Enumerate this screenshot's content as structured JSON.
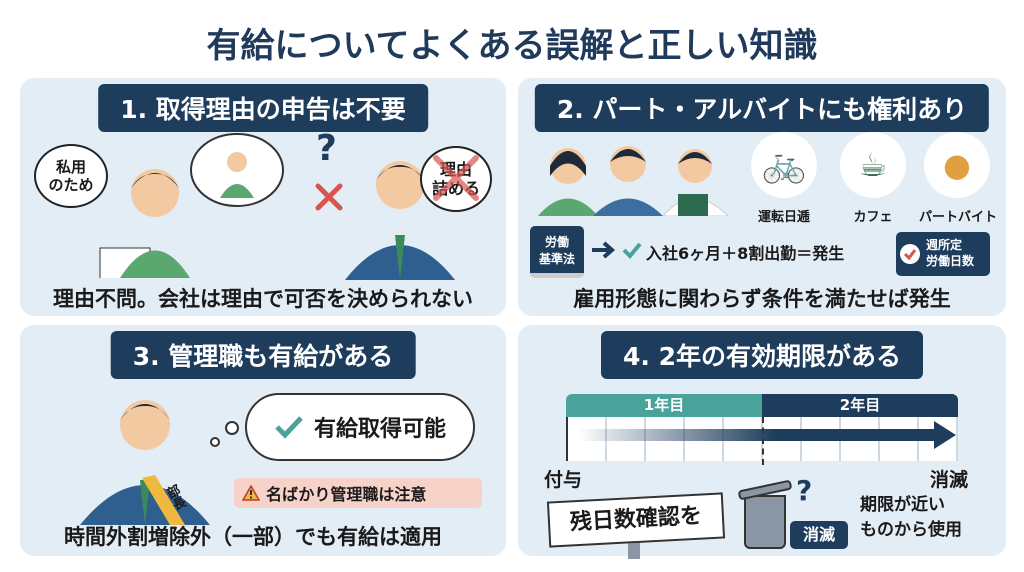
{
  "title": "有給についてよくある誤解と正しい知識",
  "panels": [
    {
      "heading": "1. 取得理由の申告は不要",
      "caption": "理由不問。会社は理由で可否を決められない",
      "bubble_left": "私用\nのため",
      "bubble_right": "理由\n詰める",
      "question": "?"
    },
    {
      "heading": "2. パート・アルバイトにも権利あり",
      "caption": "雇用形態に関わらず条件を満たせば発生",
      "labels": [
        "運転日逓",
        "カフェ",
        "パートバイト"
      ],
      "book": "労働\n基準法",
      "rule": "入社6ヶ月＋8割出勤＝発生",
      "badge": "週所定\n労働日数"
    },
    {
      "heading": "3. 管理職も有給がある",
      "caption": "時間外割増除外（一部）でも有給は適用",
      "bubble": "有給取得可能",
      "warning": "名ばかり管理職は注意",
      "sash": "部長"
    },
    {
      "heading": "4. 2年の有効期限がある",
      "year1": "1年目",
      "year2": "2年目",
      "start": "付与",
      "end": "消滅",
      "sign": "残日数確認を",
      "trash_label": "消滅",
      "question": "?",
      "tip": "期限が近い\nものから使用"
    }
  ],
  "colors": {
    "navy": "#1e3d5c",
    "panel": "#e3edf6",
    "teal": "#4aa39a",
    "red": "#d9534f",
    "green": "#4a9a6a"
  }
}
